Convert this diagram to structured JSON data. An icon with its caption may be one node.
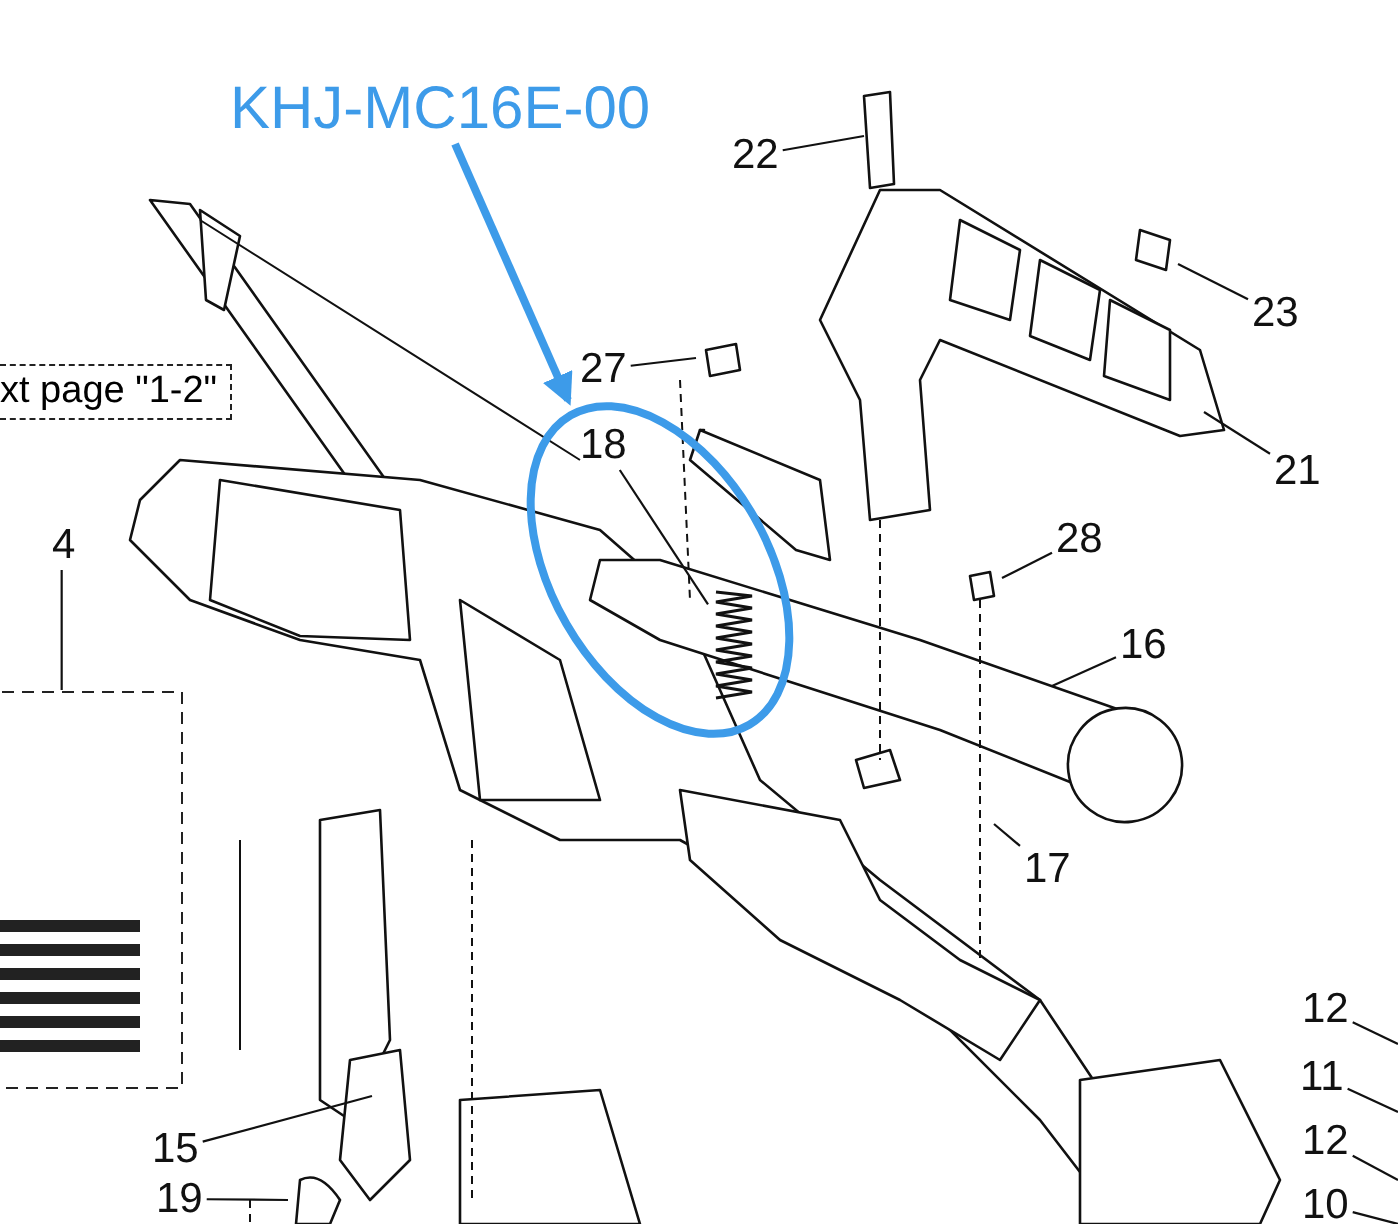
{
  "diagram": {
    "nodes": [
      {
        "text": [
          "KHJ-MC16E-00"
        ]
      },
      {
        "text": [],
        "shape": "circle"
      },
      {
        "text": [
          "xt page \"1-2\""
        ]
      },
      {
        "text": [
          "22"
        ]
      },
      {
        "text": [
          "23"
        ]
      },
      {
        "text": [
          "21"
        ]
      },
      {
        "text": [
          "27"
        ]
      },
      {
        "text": [
          "18"
        ],
        "in": 1
      },
      {
        "text": [
          "28"
        ]
      },
      {
        "text": [
          "16"
        ]
      },
      {
        "text": [
          "17"
        ]
      },
      {
        "text": [
          "4"
        ]
      },
      {
        "text": [],
        "shape": "box"
      },
      {
        "text": [
          "15"
        ]
      },
      {
        "text": [
          "19"
        ]
      },
      {
        "text": [
          "12"
        ]
      },
      {
        "text": [
          "11"
        ]
      },
      {
        "text": [
          "12"
        ]
      },
      {
        "text": [
          "10"
        ]
      },
      {
        "text": [],
        "shape": "picture",
        "in": 1
      }
    ],
    "edges": [
      {
        "from": 0,
        "to": 1,
        "arrow": "to",
        "style": "thick",
        "color": "#3d9be9"
      },
      {
        "from": 3,
        "to": null,
        "arrow": "none"
      },
      {
        "from": 4,
        "to": null,
        "arrow": "none"
      },
      {
        "from": 5,
        "to": null,
        "arrow": "none"
      },
      {
        "from": 6,
        "to": null,
        "arrow": "none"
      },
      {
        "from": 7,
        "to": 19,
        "arrow": "none"
      },
      {
        "from": 8,
        "to": null,
        "arrow": "none"
      },
      {
        "from": 9,
        "to": null,
        "arrow": "none"
      },
      {
        "from": 10,
        "to": null,
        "arrow": "none"
      },
      {
        "from": 11,
        "to": 12,
        "arrow": "none"
      },
      {
        "from": 13,
        "to": null,
        "arrow": "none"
      },
      {
        "from": 14,
        "to": null,
        "arrow": "none"
      },
      {
        "from": 15,
        "to": null,
        "arrow": "none"
      },
      {
        "from": 16,
        "to": null,
        "arrow": "none"
      },
      {
        "from": 17,
        "to": null,
        "arrow": "none"
      },
      {
        "from": 18,
        "to": null,
        "arrow": "none"
      }
    ]
  }
}
